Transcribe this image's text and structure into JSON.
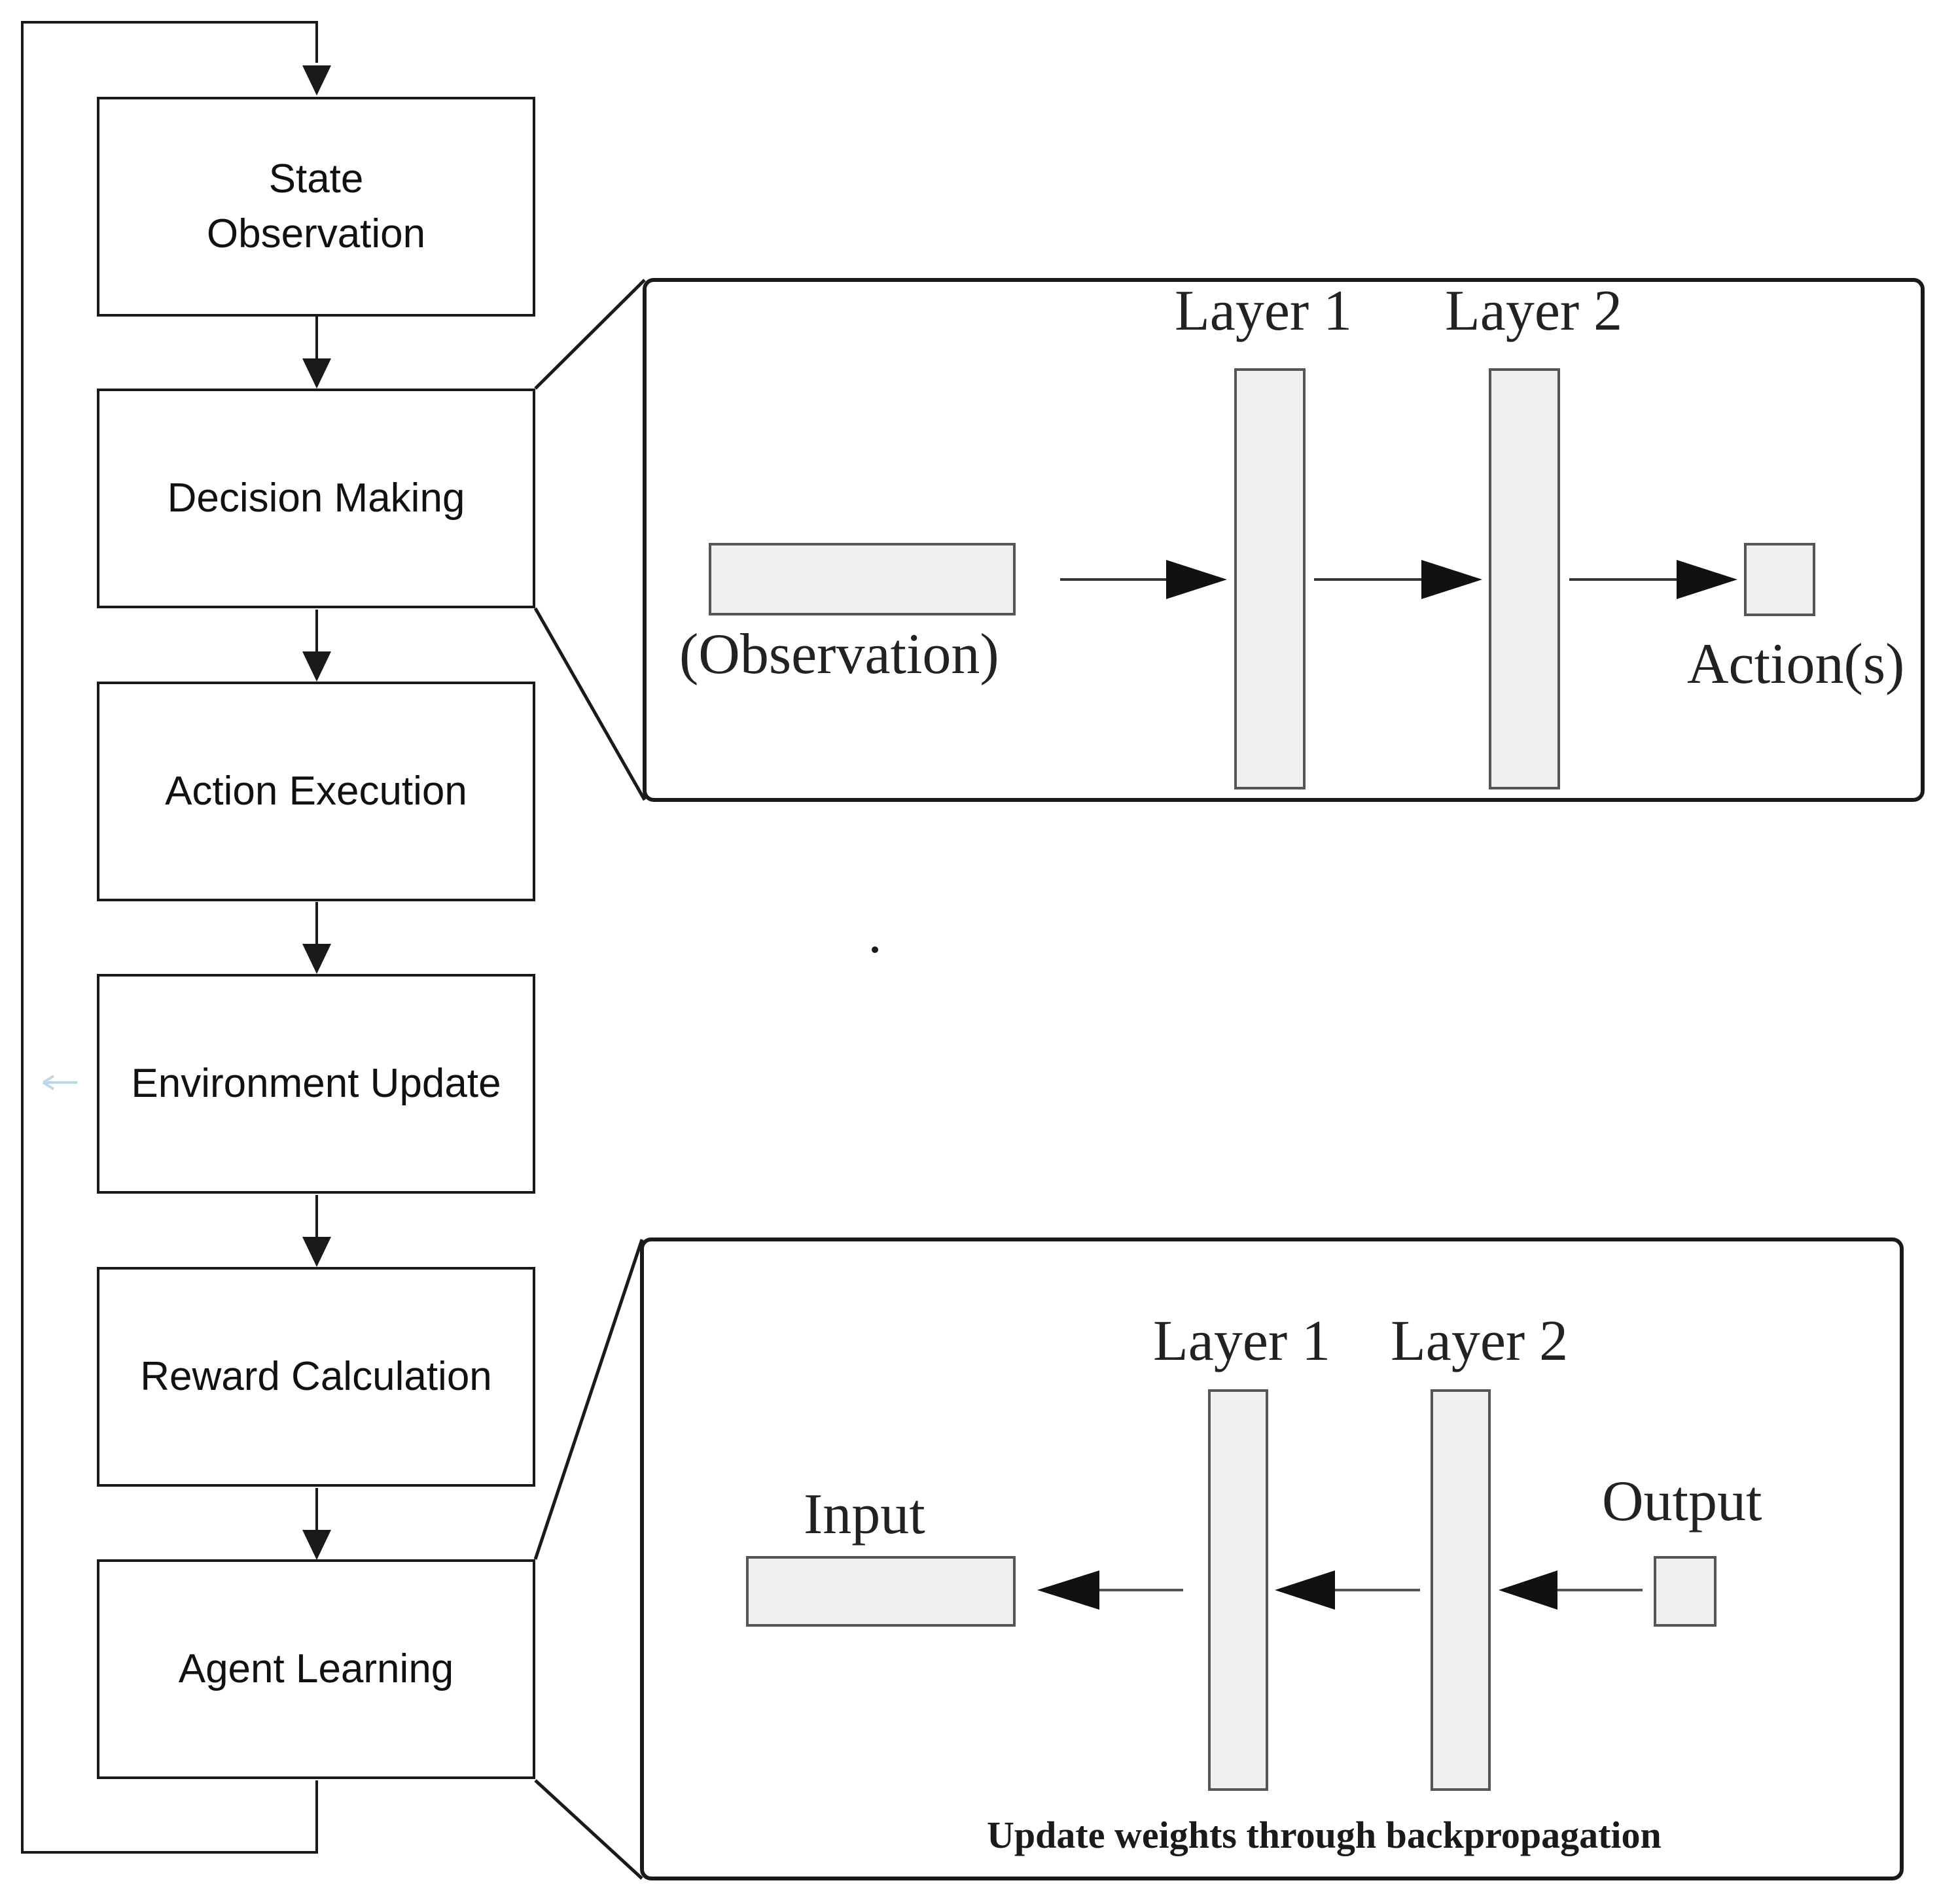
{
  "flow": {
    "steps": [
      {
        "id": "state-observation",
        "label": "State\nObservation"
      },
      {
        "id": "decision-making",
        "label": "Decision Making"
      },
      {
        "id": "action-execution",
        "label": "Action Execution"
      },
      {
        "id": "environment-update",
        "label": "Environment Update"
      },
      {
        "id": "reward-calculation",
        "label": "Reward Calculation"
      },
      {
        "id": "agent-learning",
        "label": "Agent Learning"
      }
    ]
  },
  "decision_panel": {
    "layer1_label": "Layer 1",
    "layer2_label": "Layer 2",
    "input_label": "(Observation)",
    "output_label": "Action(s)"
  },
  "learning_panel": {
    "layer1_label": "Layer 1",
    "layer2_label": "Layer 2",
    "input_label": "Input",
    "output_label": "Output",
    "caption": "Update weights through backpropagation"
  },
  "colors": {
    "line": "#1a1a1a",
    "node_fill": "#efefef",
    "node_stroke": "#555555"
  }
}
